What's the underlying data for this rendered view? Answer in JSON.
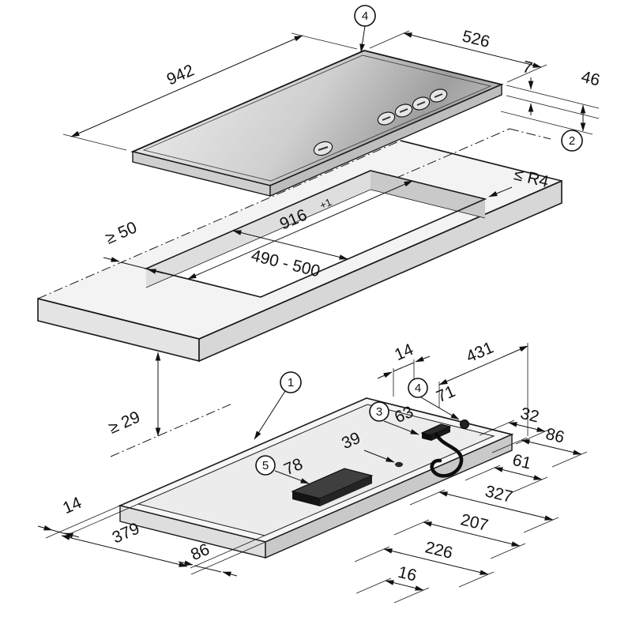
{
  "diagram": {
    "type": "cooktop-installation-drawing",
    "colors": {
      "line": "#1a1a1a",
      "text": "#111111",
      "glass_light": "#f2f2f2",
      "glass_dark": "#9f9f9f",
      "worktop": "#f3f3f3"
    },
    "callouts": {
      "c1": "1",
      "c2": "2",
      "c3": "3",
      "c4": "4",
      "c5": "5"
    },
    "dimensions": {
      "cooktop_width": "942",
      "cooktop_depth": "526",
      "glass_thickness": "7",
      "build_in_height": "46",
      "cutout_corner_radius": "≤ R4",
      "min_rear_clearance": "≥ 50",
      "cutout_width": "916",
      "cutout_width_tolerance": "+1",
      "cutout_depth": "490 - 500",
      "min_clearance_below": "≥ 29",
      "top_edge_offset": "14",
      "connection_position": "431",
      "item4_dimension": "71",
      "item3_dimension": "63",
      "cable_hole_offset": "39",
      "item5_dimension": "78",
      "right_side": {
        "d1": "32",
        "d2": "86",
        "d3": "61",
        "d4": "327",
        "d5": "207",
        "d6": "226",
        "d7": "16"
      },
      "left_side": {
        "d1": "14",
        "d2": "379",
        "d3": "86"
      }
    }
  }
}
